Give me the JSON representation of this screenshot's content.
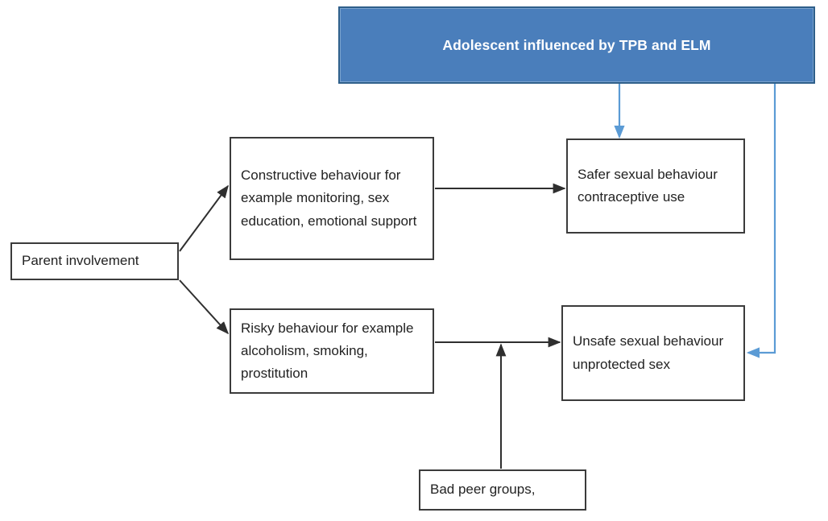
{
  "diagram": {
    "type": "flowchart",
    "title": "Parent involvement and adolescent sexual behaviour flowchart",
    "colors": {
      "banner_fill": "#4a7ebb",
      "banner_border": "#2e5f8a",
      "banner_text": "#ffffff",
      "box_border": "#3b3b3b",
      "box_text": "#222222",
      "black_connector": "#3b3b3b",
      "blue_connector": "#5b9bd5",
      "background": "#ffffff"
    },
    "nodes": {
      "banner": {
        "label": "Adolescent influenced by TPB and ELM",
        "style": "filled-blue"
      },
      "parent": {
        "label": "Parent involvement",
        "style": "outline"
      },
      "constructive": {
        "label": "Constructive behaviour for example monitoring, sex education, emotional support",
        "style": "outline"
      },
      "risky": {
        "label": "Risky behaviour for example alcoholism, smoking, prostitution",
        "style": "outline"
      },
      "safer": {
        "label": "Safer sexual behaviour contraceptive use",
        "style": "outline"
      },
      "unsafe": {
        "label": "Unsafe sexual behaviour unprotected sex",
        "style": "outline"
      },
      "peer": {
        "label": "Bad peer groups,",
        "style": "outline"
      }
    },
    "edges": [
      {
        "id": "parent-to-constructive",
        "from": "parent",
        "to": "constructive",
        "color": "#3b3b3b",
        "arrow": "end"
      },
      {
        "id": "parent-to-risky",
        "from": "parent",
        "to": "risky",
        "color": "#3b3b3b",
        "arrow": "end"
      },
      {
        "id": "constructive-to-safer",
        "from": "constructive",
        "to": "safer",
        "color": "#3b3b3b",
        "arrow": "end"
      },
      {
        "id": "risky-to-unsafe",
        "from": "risky",
        "to": "unsafe",
        "color": "#3b3b3b",
        "arrow": "end"
      },
      {
        "id": "peer-to-risky-unsafe-link",
        "from": "peer",
        "to": "risky-to-unsafe",
        "color": "#3b3b3b",
        "arrow": "end"
      },
      {
        "id": "banner-to-safer",
        "from": "banner",
        "to": "safer",
        "color": "#5b9bd5",
        "arrow": "end"
      },
      {
        "id": "banner-to-unsafe",
        "from": "banner",
        "to": "unsafe",
        "color": "#5b9bd5",
        "arrow": "end"
      }
    ]
  }
}
